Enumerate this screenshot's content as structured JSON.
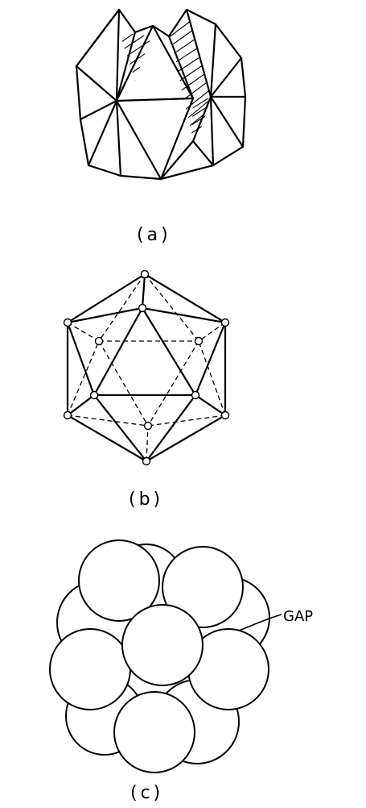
{
  "figure": {
    "panel_a": {
      "caption": "(a)"
    },
    "panel_b": {
      "caption": "(b)"
    },
    "panel_c": {
      "caption": "(c)",
      "gap_label": "GAP"
    }
  },
  "colors": {
    "ink": "#000000",
    "paper": "#ffffff"
  }
}
